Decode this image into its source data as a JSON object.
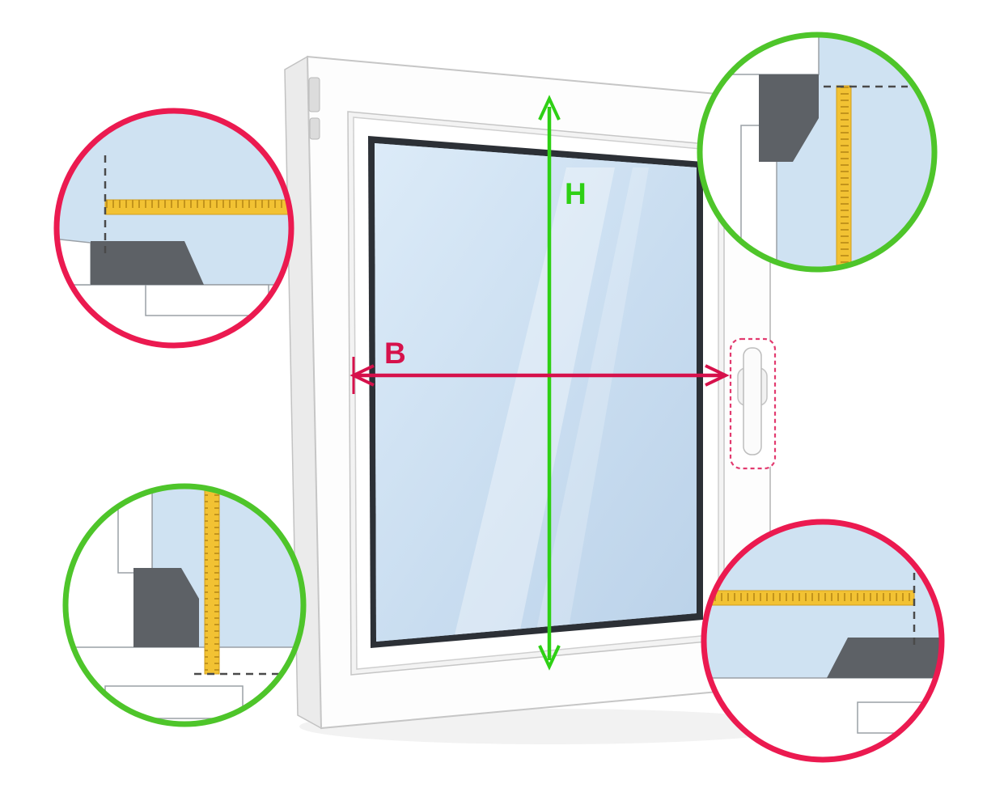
{
  "diagram": {
    "name": "window-measurement-instruction",
    "dimension_labels": {
      "height": "H",
      "width": "B"
    },
    "colors": {
      "height_arrow": "#2ed014",
      "width_arrow": "#d6114b",
      "callout_red_border": "#eb1a50",
      "callout_green_border": "#4ec52a",
      "tape": "#f2c233",
      "glass": "#cfe1f1",
      "profile_dark": "#5d6166",
      "dashed_line": "#4a4a4a",
      "handle_highlight": "#e23a6f"
    },
    "window": {
      "handle_highlighted": true
    },
    "callouts": [
      {
        "position": "top-left",
        "border": "red",
        "tape_orientation": "horizontal"
      },
      {
        "position": "top-right",
        "border": "green",
        "tape_orientation": "vertical"
      },
      {
        "position": "bottom-left",
        "border": "green",
        "tape_orientation": "vertical"
      },
      {
        "position": "bottom-right",
        "border": "red",
        "tape_orientation": "horizontal"
      }
    ]
  }
}
